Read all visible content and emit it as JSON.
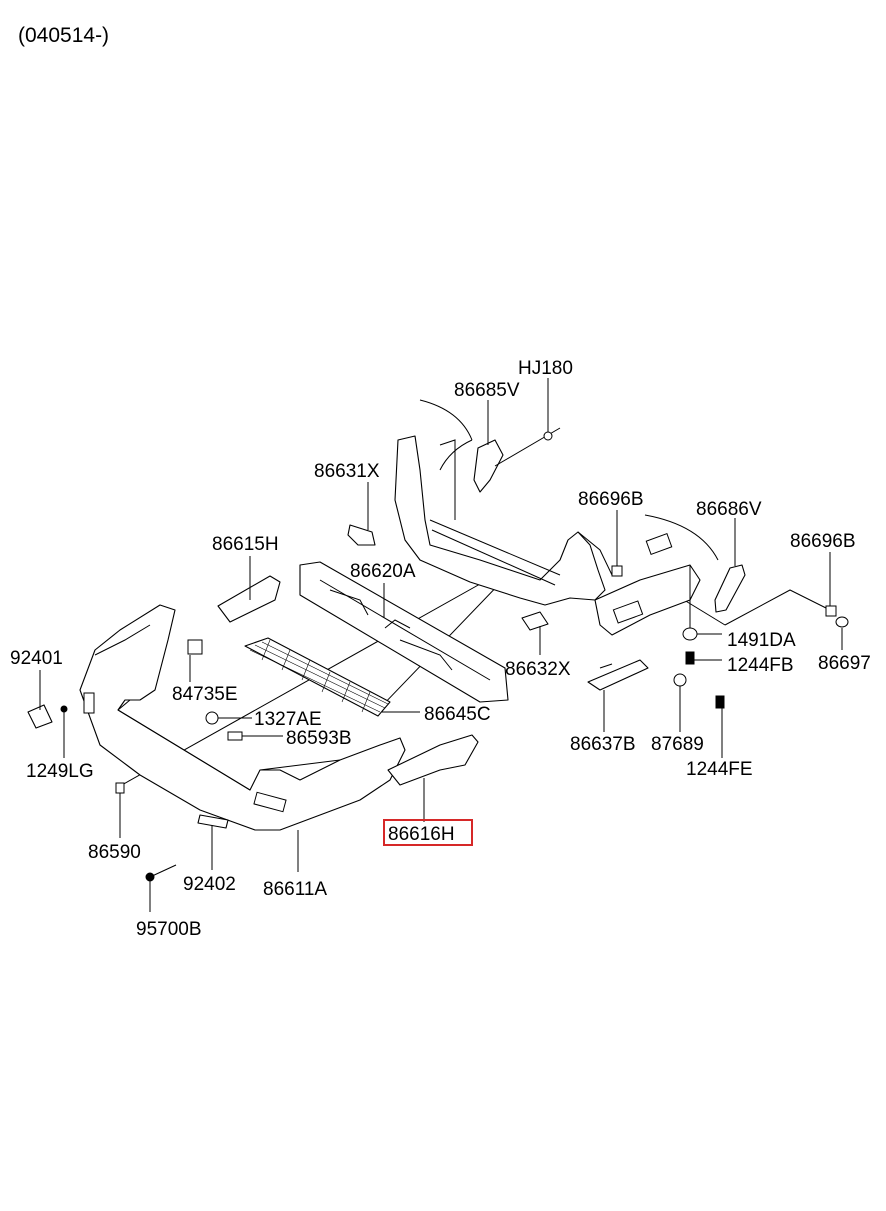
{
  "header": {
    "revision": "(040514-)"
  },
  "highlight_color": "#d62828",
  "parts": {
    "p92401": "92401",
    "p1249LG": "1249LG",
    "p86590": "86590",
    "p95700B": "95700B",
    "p92402": "92402",
    "p86611A": "86611A",
    "p86615H": "86615H",
    "p84735E": "84735E",
    "p1327AE": "1327AE",
    "p86593B": "86593B",
    "p86645C": "86645C",
    "p86620A": "86620A",
    "p86631X": "86631X",
    "p86685V": "86685V",
    "pHJ180": "HJ180",
    "p86632X": "86632X",
    "p86696B_a": "86696B",
    "p86686V": "86686V",
    "p86696B_b": "86696B",
    "p1491DA": "1491DA",
    "p1244FB": "1244FB",
    "p86697": "86697",
    "p86637B": "86637B",
    "p87689": "87689",
    "p1244FE": "1244FE",
    "p86616H": "86616H"
  },
  "selected_part": "86616H"
}
